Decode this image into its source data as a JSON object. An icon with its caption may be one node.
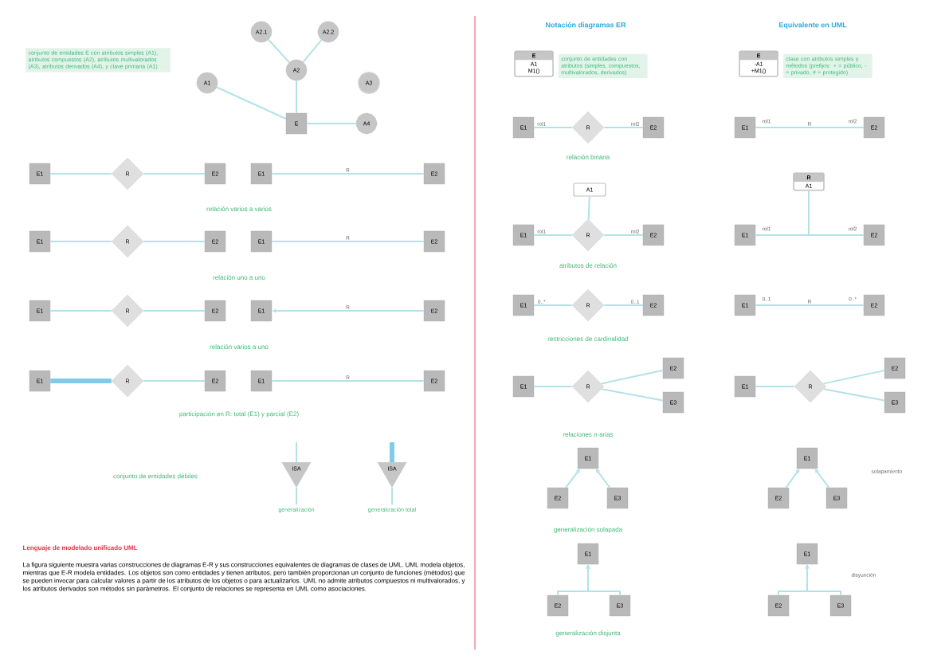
{
  "diagram": {
    "nodes": [
      {
        "text": [
          "A2.1"
        ]
      },
      {
        "text": [
          "A2.2"
        ]
      },
      {
        "text": [
          "A2"
        ]
      },
      {
        "text": [
          "A1"
        ]
      },
      {
        "text": [
          "A3"
        ]
      },
      {
        "text": [
          "E"
        ]
      },
      {
        "text": [
          "A4"
        ]
      },
      {
        "text": [
          "E1"
        ]
      },
      {
        "text": [
          "R"
        ]
      },
      {
        "text": [
          "E2"
        ]
      },
      {
        "text": [
          "E1"
        ]
      },
      {
        "text": [
          "E2"
        ]
      },
      {
        "text": [
          "E1"
        ]
      },
      {
        "text": [
          "R"
        ]
      },
      {
        "text": [
          "E2"
        ]
      },
      {
        "text": [
          "E1"
        ]
      },
      {
        "text": [
          "E2"
        ]
      },
      {
        "text": [
          "E1"
        ]
      },
      {
        "text": [
          "R"
        ]
      },
      {
        "text": [
          "E2"
        ]
      },
      {
        "text": [
          "E1"
        ]
      },
      {
        "text": [
          "E2"
        ]
      },
      {
        "text": [
          "E1"
        ]
      },
      {
        "text": [
          "R"
        ]
      },
      {
        "text": [
          "E2"
        ]
      },
      {
        "text": [
          "E1"
        ]
      },
      {
        "text": [
          "E2"
        ]
      },
      {
        "text": [
          "ISA"
        ]
      },
      {
        "text": [
          "ISA"
        ]
      },
      {
        "text": [
          "generalización"
        ]
      },
      {
        "text": [
          "generalización total"
        ]
      },
      {
        "text": [
          "E",
          "A1",
          "M1()"
        ],
        "beside": [
          "conjunto de entidades con atributos (simples, compuestos, multivalorados, derivados)"
        ]
      },
      {
        "text": [
          "E",
          "-A1",
          "+M1()"
        ],
        "beside": [
          "clase con atributos simples y métodos (prefijos: + = público, - = privado, # = protegido)"
        ]
      },
      {
        "text": [
          "E1"
        ]
      },
      {
        "text": [
          "R"
        ]
      },
      {
        "text": [
          "E2"
        ]
      },
      {
        "text": [
          "E1"
        ]
      },
      {
        "text": [
          "E2"
        ]
      },
      {
        "text": [
          "A1"
        ]
      },
      {
        "text": [
          "E1"
        ]
      },
      {
        "text": [
          "R"
        ]
      },
      {
        "text": [
          "E2"
        ]
      },
      {
        "text": [
          "R",
          "A1"
        ]
      },
      {
        "text": [
          "E1"
        ]
      },
      {
        "text": [
          "E2"
        ]
      },
      {
        "text": [
          "E1"
        ]
      },
      {
        "text": [
          "R"
        ]
      },
      {
        "text": [
          "E2"
        ]
      },
      {
        "text": [
          "E1"
        ]
      },
      {
        "text": [
          "E2"
        ]
      },
      {
        "text": [
          "E1"
        ]
      },
      {
        "text": [
          "R"
        ]
      },
      {
        "text": [
          "E2"
        ]
      },
      {
        "text": [
          "E3"
        ]
      },
      {
        "text": [
          "E1"
        ]
      },
      {
        "text": [
          "R"
        ]
      },
      {
        "text": [
          "E2"
        ]
      },
      {
        "text": [
          "E3"
        ]
      },
      {
        "text": [
          "E1"
        ]
      },
      {
        "text": [
          "E2"
        ]
      },
      {
        "text": [
          "E3"
        ]
      },
      {
        "text": [
          "E1"
        ]
      },
      {
        "text": [
          "E2"
        ]
      },
      {
        "text": [
          "E3"
        ]
      },
      {
        "text": [
          "E1"
        ]
      },
      {
        "text": [
          "E2"
        ]
      },
      {
        "text": [
          "E3"
        ]
      },
      {
        "text": [
          "E1"
        ]
      },
      {
        "text": [
          "E2"
        ]
      },
      {
        "text": [
          "E3"
        ]
      }
    ],
    "edges": [
      {
        "from": 5,
        "to": 3,
        "arrow": "none"
      },
      {
        "from": 5,
        "to": 2,
        "arrow": "none"
      },
      {
        "from": 2,
        "to": 0,
        "arrow": "none"
      },
      {
        "from": 2,
        "to": 1,
        "arrow": "none"
      },
      {
        "from": 5,
        "to": 6,
        "arrow": "none"
      },
      {
        "from": 7,
        "to": 8,
        "arrow": "none"
      },
      {
        "from": 8,
        "to": 9,
        "arrow": "none"
      },
      {
        "from": 10,
        "to": 11,
        "arrow": "none",
        "label": "R"
      },
      {
        "from": 12,
        "to": 13,
        "arrow": "none"
      },
      {
        "from": 13,
        "to": 14,
        "arrow": "none"
      },
      {
        "from": 15,
        "to": 16,
        "arrow": "none",
        "label": "R"
      },
      {
        "from": 17,
        "to": 18,
        "arrow": "none"
      },
      {
        "from": 18,
        "to": 19,
        "arrow": "none"
      },
      {
        "from": 21,
        "to": 20,
        "arrow": "to",
        "label": "R"
      },
      {
        "from": 22,
        "to": 23,
        "arrow": "none",
        "style": "thick",
        "color": "#7fcbe8"
      },
      {
        "from": 23,
        "to": 24,
        "arrow": "none"
      },
      {
        "from": 25,
        "to": 26,
        "arrow": "none",
        "label": "R"
      },
      {
        "from": null,
        "to": 27,
        "arrow": "none"
      },
      {
        "from": 27,
        "to": 29,
        "arrow": "none"
      },
      {
        "from": null,
        "to": 28,
        "arrow": "none",
        "style": "thick",
        "color": "#7fcbe8"
      },
      {
        "from": 28,
        "to": 30,
        "arrow": "none"
      },
      {
        "from": 33,
        "to": 34,
        "arrow": "none",
        "label": "rol1"
      },
      {
        "from": 34,
        "to": 35,
        "arrow": "none",
        "label": "rol2"
      },
      {
        "from": 36,
        "to": 37,
        "arrow": "none",
        "label": "R"
      },
      {
        "from": 38,
        "to": 40,
        "arrow": "none"
      },
      {
        "from": 39,
        "to": 40,
        "arrow": "none",
        "label": "rol1"
      },
      {
        "from": 40,
        "to": 41,
        "arrow": "none",
        "label": "rol2"
      },
      {
        "from": 43,
        "to": 44,
        "arrow": "none"
      },
      {
        "from": 42,
        "to": null,
        "arrow": "none"
      },
      {
        "from": 45,
        "to": 46,
        "arrow": "none",
        "label": "0..*"
      },
      {
        "from": 46,
        "to": 47,
        "arrow": "none",
        "label": "0..1"
      },
      {
        "from": 48,
        "to": 49,
        "arrow": "none",
        "label": "R"
      },
      {
        "from": 50,
        "to": 51,
        "arrow": "none"
      },
      {
        "from": 51,
        "to": 52,
        "arrow": "none"
      },
      {
        "from": 51,
        "to": 53,
        "arrow": "none"
      },
      {
        "from": 54,
        "to": 55,
        "arrow": "none"
      },
      {
        "from": 55,
        "to": 56,
        "arrow": "none"
      },
      {
        "from": 55,
        "to": 57,
        "arrow": "none"
      },
      {
        "from": 59,
        "to": 58,
        "arrow": "to"
      },
      {
        "from": 60,
        "to": 58,
        "arrow": "to"
      },
      {
        "from": 62,
        "to": 61,
        "arrow": "to"
      },
      {
        "from": 63,
        "to": 61,
        "arrow": "to"
      },
      {
        "from": 65,
        "to": 64,
        "arrow": "to"
      },
      {
        "from": 66,
        "to": 64,
        "arrow": "to"
      },
      {
        "from": 68,
        "to": 67,
        "arrow": "to"
      },
      {
        "from": 69,
        "to": 67,
        "arrow": "to"
      }
    ],
    "labels": [
      "conjunto de entidades E con atributos simples (A1), atributos compuestos (A2), atributos multivalorados (A3), atributos derivados (A4), y clave primaria (A1)",
      "relación varios a varios",
      "relación uno a uno",
      "relación varios a uno",
      "participación en R: total (E1) y parcial (E2)",
      "conjunto de entidades débiles",
      "Lenguaje de modelado unificado UML",
      "La figura siguiente muestra varias construcciones de diagramas E-R y sus construcciones equivalentes de diagramas de clases de UML. UML modela objetos, mientras que E-R modela entidades. Los objetos son como entidades y tienen atributos, pero también proporcionan un conjunto de funciones (métodos) que se pueden invocar para calcular valores a partir de los atributos de los objetos o para actualizarlos. UML no admite atributos compuestos ni multivalorados, y los atributos derivados son métodos sin parámetros. El conjunto de relaciones se representa en UML como asociaciones.",
      "Notación diagramas ER",
      "Equivalente en UML",
      "relación binaria",
      "rol1",
      "rol2",
      "atributos de relación",
      "rol1",
      "rol2",
      "0..1",
      "0..*",
      "restricciones de cardinalidad",
      "relaciones n-arias",
      "solapamiento",
      "generalización solapada",
      "disyunción",
      "generalización disjunta"
    ]
  }
}
